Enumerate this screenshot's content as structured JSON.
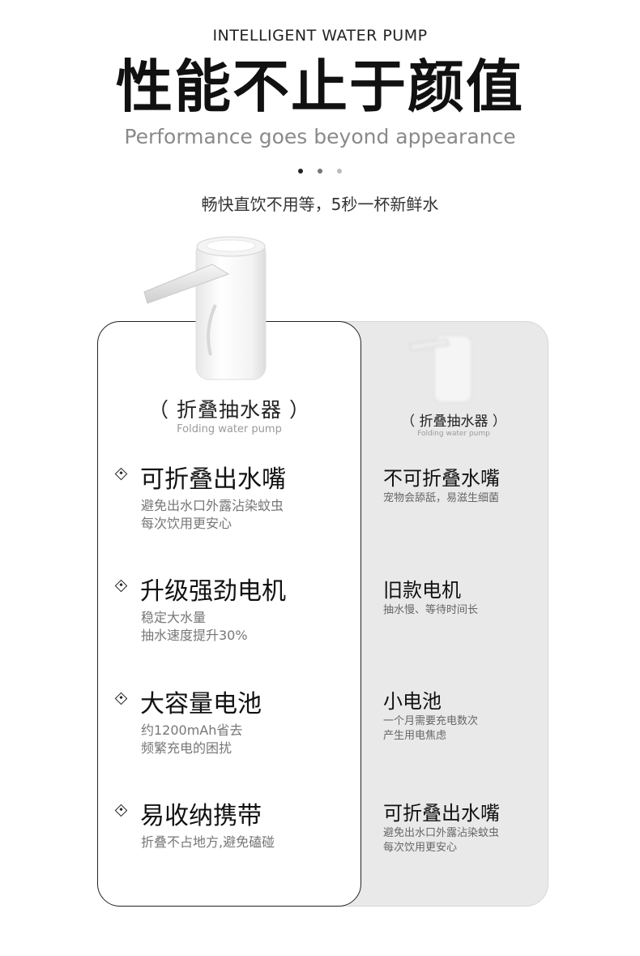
{
  "header": {
    "eyebrow": "INTELLIGENT WATER PUMP",
    "title": "性能不止于颜值",
    "subtitle": "Performance goes beyond appearance",
    "tagline": "畅快直饮不用等，5秒一杯新鲜水",
    "dot_colors": [
      "#222222",
      "#777777",
      "#bbbbbb"
    ]
  },
  "left_card": {
    "name": "（ 折叠抽水器 ）",
    "name_en": "Folding water pump",
    "features": [
      {
        "title": "可折叠出水嘴",
        "desc": [
          "避免出水口外露沾染蚊虫",
          "每次饮用更安心"
        ]
      },
      {
        "title": "升级强劲电机",
        "desc": [
          "稳定大水量",
          "抽水速度提升30%"
        ]
      },
      {
        "title": "大容量电池",
        "desc": [
          "约1200mAh省去",
          "频繁充电的困扰"
        ]
      },
      {
        "title": "易收纳携带",
        "desc": [
          "折叠不占地方,避免磕碰"
        ]
      }
    ]
  },
  "right_card": {
    "name": "（ 折叠抽水器 ）",
    "name_en": "Folding water pump",
    "features": [
      {
        "title": "不可折叠水嘴",
        "desc": [
          "宠物会舔舐，易滋生细菌"
        ]
      },
      {
        "title": "旧款电机",
        "desc": [
          "抽水慢、等待时间长"
        ]
      },
      {
        "title": "小电池",
        "desc": [
          "一个月需要充电数次",
          "产生用电焦虑"
        ]
      },
      {
        "title": "可折叠出水嘴",
        "desc": [
          "避免出水口外露沾染蚊虫",
          "每次饮用更安心"
        ]
      }
    ]
  },
  "icons": {
    "product_left": "folding-water-pump-image",
    "product_right": "old-water-pump-image",
    "bullet": "diamond-bullet-icon"
  }
}
